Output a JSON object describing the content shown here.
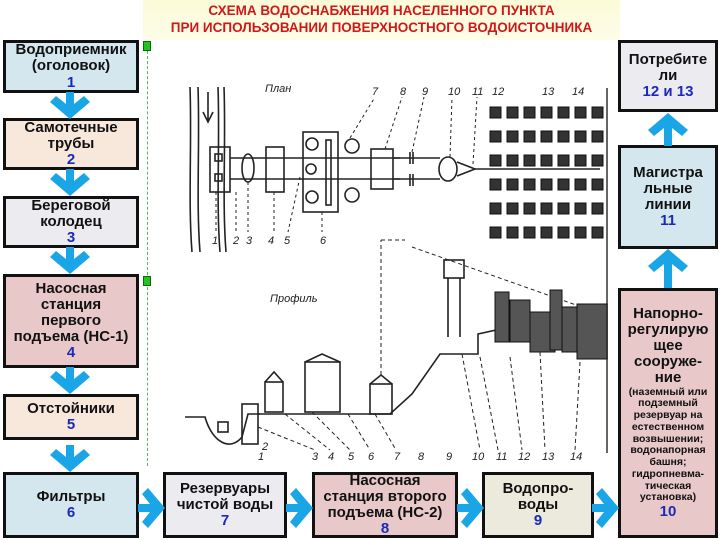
{
  "title": {
    "line1": "СХЕМА ВОДОСНАБЖЕНИЯ НАСЕЛЕННОГО ПУНКТА",
    "line2": "ПРИ ИСПОЛЬЗОВАНИИ ПОВЕРХНОСТНОГО ВОДОИСТОЧНИКА"
  },
  "colors": {
    "title_text": "#d01818",
    "number_text": "#1c2ab8",
    "arrow": "#1aa6e6"
  },
  "steps": {
    "s1": {
      "label1": "Водоприемник",
      "label2": "(оголовок)",
      "num": "1"
    },
    "s2": {
      "label1": "Самотечные",
      "label2": "трубы",
      "num": "2"
    },
    "s3": {
      "label1": "Береговой",
      "label2": "колодец",
      "num": "3"
    },
    "s4": {
      "label1": "Насосная",
      "label2": "станция",
      "label3": "первого",
      "label4": "подъема (НС-1)",
      "num": "4"
    },
    "s5": {
      "label1": "Отстойники",
      "num": "5"
    },
    "s6": {
      "label1": "Фильтры",
      "num": "6"
    },
    "s7": {
      "label1": "Резервуары",
      "label2": "чистой воды",
      "num": "7"
    },
    "s8": {
      "label1": "Насосная",
      "label2": "станция второго",
      "label3": "подъема (НС-2)",
      "num": "8"
    },
    "s9": {
      "label1": "Водопро-",
      "label2": "воды",
      "num": "9"
    },
    "s10": {
      "label1": "Напорно-",
      "label2": "регулирую",
      "label3": "щее",
      "label4": "сооруже-",
      "label5": "ние",
      "d1": "(наземный или",
      "d2": "подземный",
      "d3": "резервуар на",
      "d4": "естественном",
      "d5": "возвышении;",
      "d6": "водонапорная",
      "d7": "башня;",
      "d8": "гидропневма-",
      "d9": "тическая",
      "d10": "установка)",
      "num": "10"
    },
    "s11": {
      "label1": "Магистра",
      "label2": "льные",
      "label3": "линии",
      "num": "11"
    },
    "s12": {
      "label1": "Потребите",
      "label2": "ли",
      "num": "12 и 13"
    }
  },
  "drawing": {
    "plan_label": "План",
    "profile_label": "Профиль",
    "plan_numbers": [
      "1",
      "2",
      "3",
      "4",
      "5",
      "6",
      "7",
      "8",
      "9",
      "10",
      "11",
      "12",
      "13",
      "14"
    ],
    "profile_numbers": [
      "1",
      "2",
      "3",
      "4",
      "5",
      "6",
      "7",
      "8",
      "9",
      "10",
      "11",
      "12",
      "13",
      "14"
    ]
  }
}
